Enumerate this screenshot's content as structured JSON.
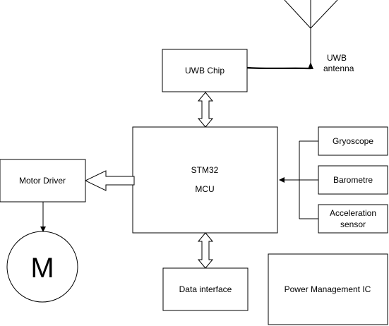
{
  "blocks": {
    "uwb_chip": "UWB Chip",
    "uwb_antenna_line1": "UWB",
    "uwb_antenna_line2": "antenna",
    "mcu_line1": "STM32",
    "mcu_line2": "MCU",
    "motor_driver": "Motor Driver",
    "motor": "M",
    "gyroscope": "Gryoscope",
    "barometre": "Barometre",
    "accel_line1": "Acceleration",
    "accel_line2": "sensor",
    "data_interface": "Data interface",
    "power_ic": "Power Management IC"
  }
}
